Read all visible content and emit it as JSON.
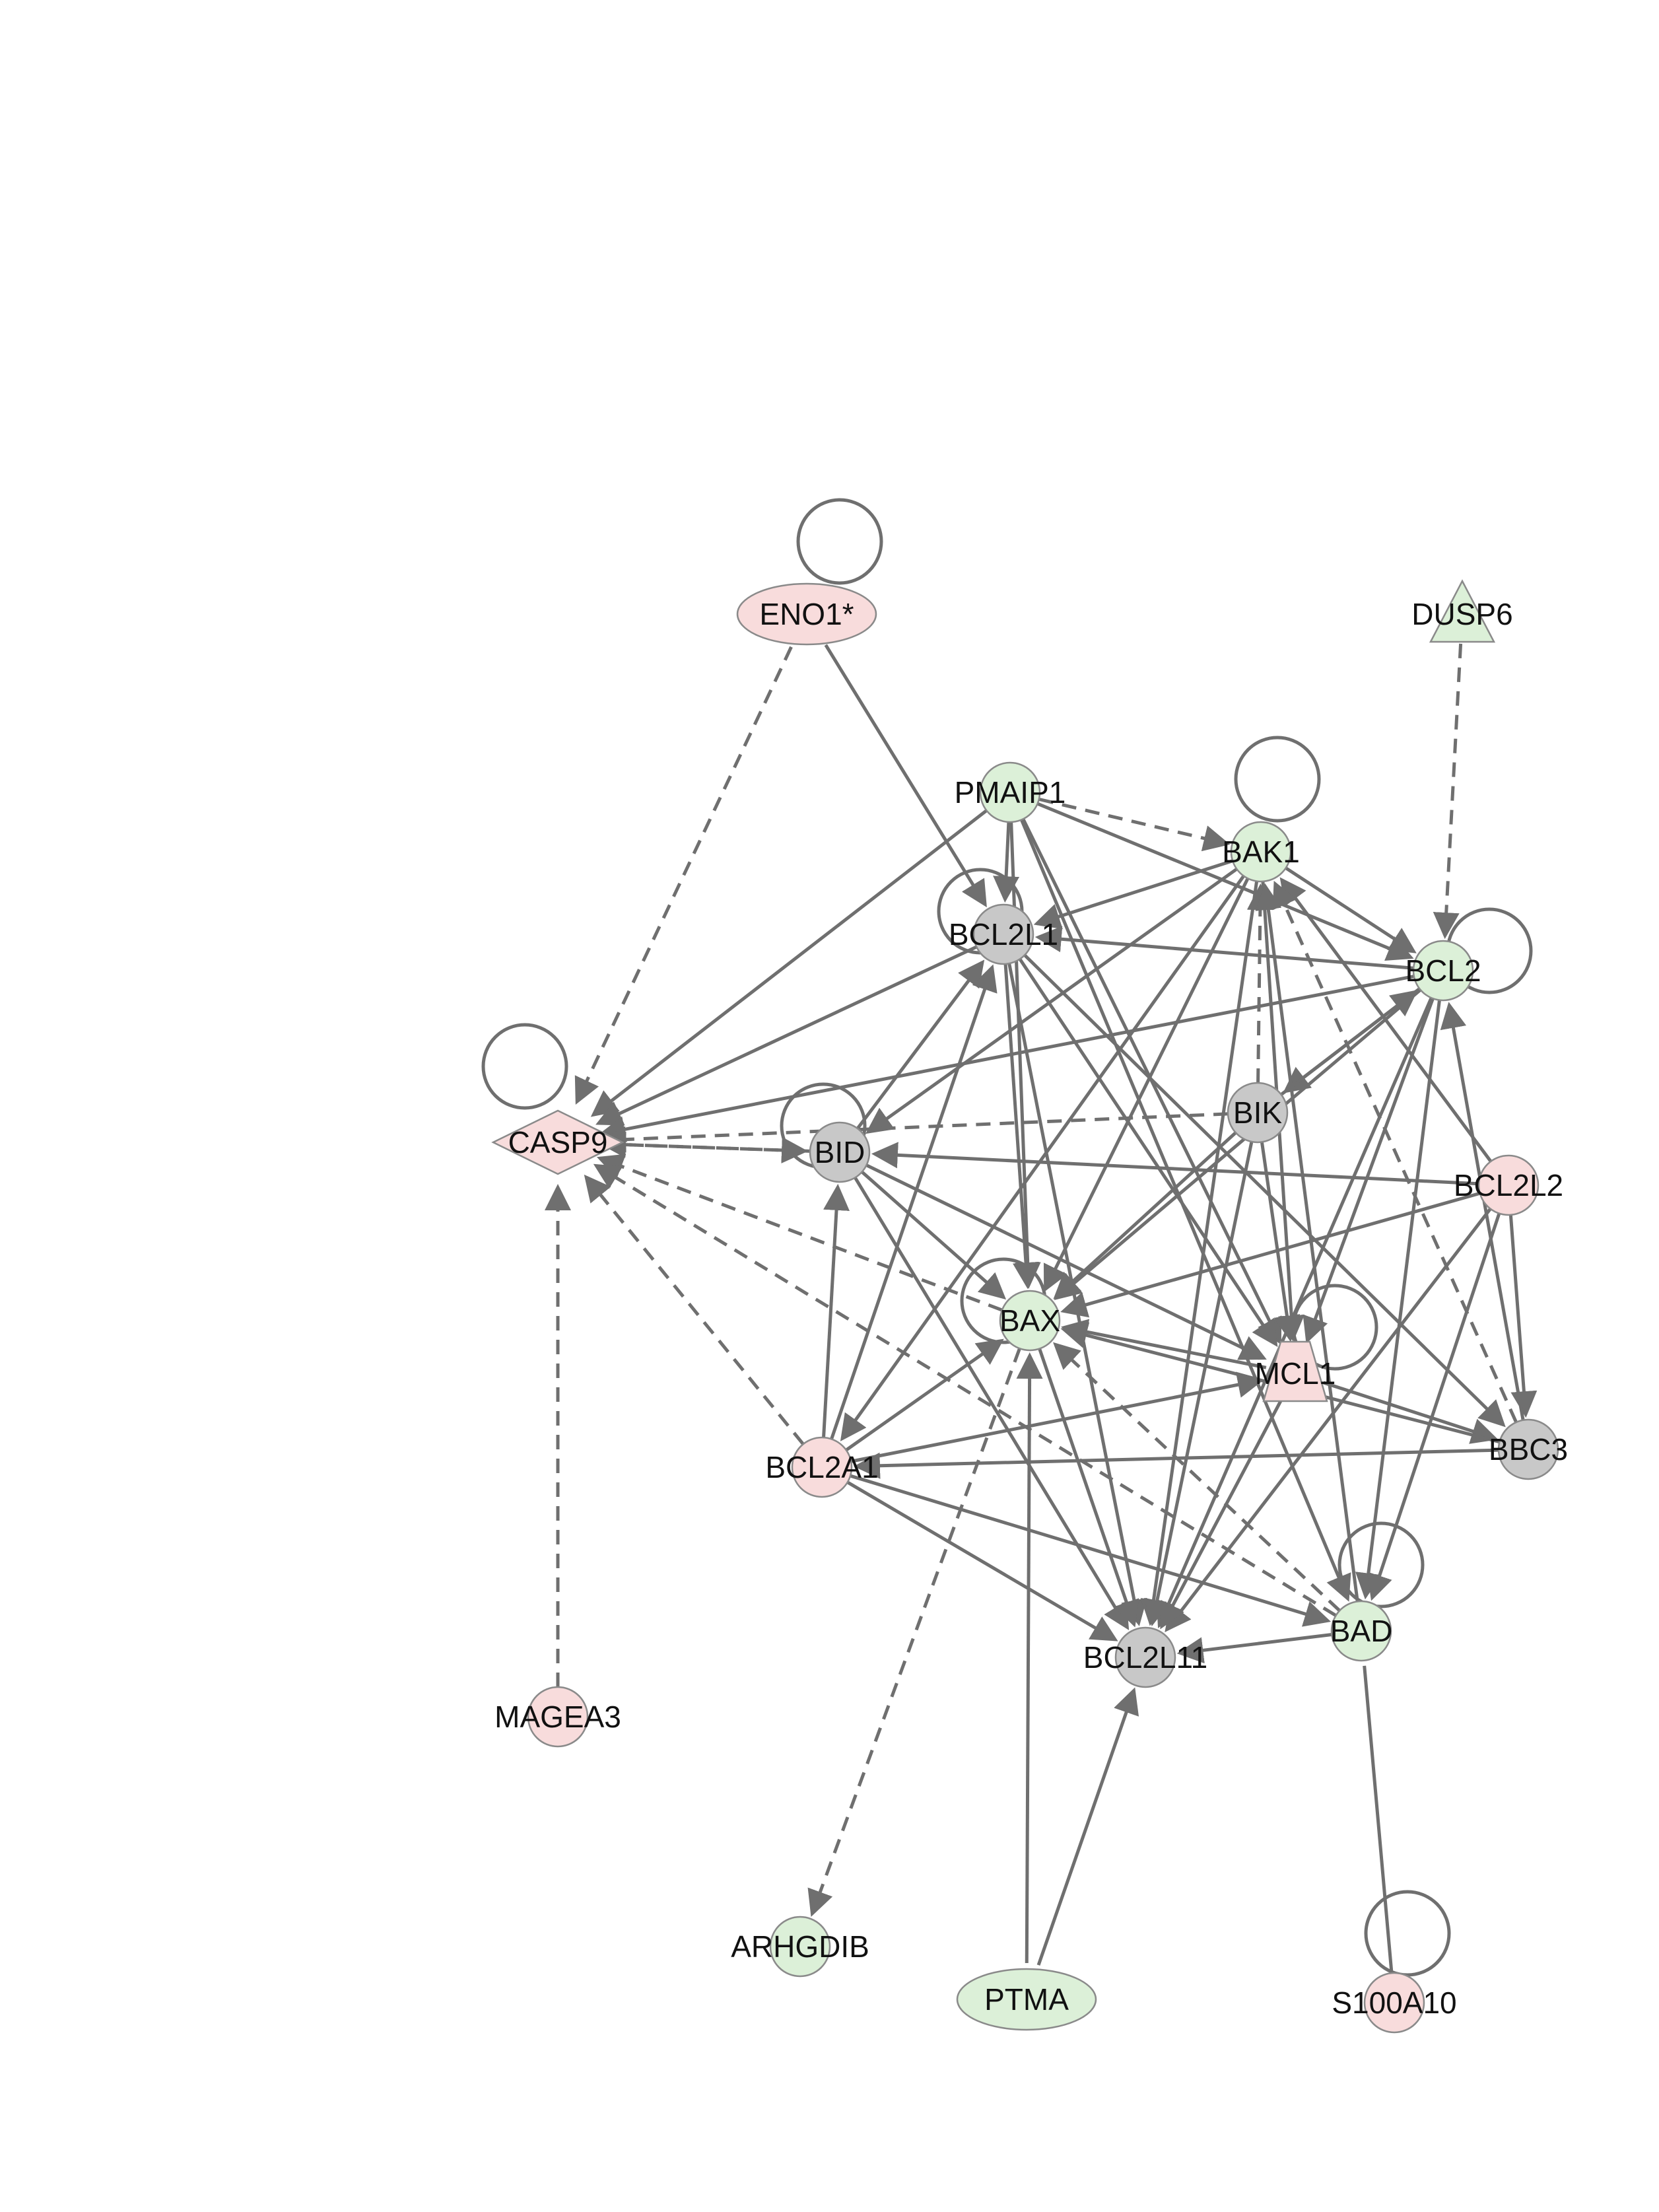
{
  "colors": {
    "up": "#f8dcdc",
    "down": "#dcf0d8",
    "neutral": "#c8c8c8",
    "edge": "#6f6f6f"
  },
  "nodes": [
    {
      "id": "ENO1",
      "label": "ENO1*",
      "shape": "ellipse",
      "color": "up"
    },
    {
      "id": "DUSP6",
      "label": "DUSP6",
      "shape": "triangle",
      "color": "down"
    },
    {
      "id": "PMAIP1",
      "label": "PMAIP1",
      "shape": "circle",
      "color": "down"
    },
    {
      "id": "BAK1",
      "label": "BAK1",
      "shape": "circle",
      "color": "down"
    },
    {
      "id": "BCL2L1",
      "label": "BCL2L1",
      "shape": "circle",
      "color": "neutral"
    },
    {
      "id": "BCL2",
      "label": "BCL2",
      "shape": "circle",
      "color": "down"
    },
    {
      "id": "CASP9",
      "label": "CASP9",
      "shape": "diamond",
      "color": "up"
    },
    {
      "id": "BID",
      "label": "BID",
      "shape": "circle",
      "color": "neutral"
    },
    {
      "id": "BIK",
      "label": "BIK",
      "shape": "circle",
      "color": "neutral"
    },
    {
      "id": "BCL2L2",
      "label": "BCL2L2",
      "shape": "circle",
      "color": "up"
    },
    {
      "id": "BAX",
      "label": "BAX",
      "shape": "circle",
      "color": "down"
    },
    {
      "id": "MCL1",
      "label": "MCL1",
      "shape": "trapezoid",
      "color": "up"
    },
    {
      "id": "BCL2A1",
      "label": "BCL2A1",
      "shape": "circle",
      "color": "up"
    },
    {
      "id": "BBC3",
      "label": "BBC3",
      "shape": "circle",
      "color": "neutral"
    },
    {
      "id": "BAD",
      "label": "BAD",
      "shape": "circle",
      "color": "down"
    },
    {
      "id": "BCL2L11",
      "label": "BCL2L11",
      "shape": "circle",
      "color": "neutral"
    },
    {
      "id": "MAGEA3",
      "label": "MAGEA3",
      "shape": "circle",
      "color": "up"
    },
    {
      "id": "ARHGDIB",
      "label": "ARHGDIB",
      "shape": "circle",
      "color": "down"
    },
    {
      "id": "PTMA",
      "label": "PTMA",
      "shape": "ellipse",
      "color": "down"
    },
    {
      "id": "S100A10",
      "label": "S100A10",
      "shape": "circle",
      "color": "up"
    }
  ],
  "self_loops": [
    "ENO1",
    "BAK1",
    "BCL2",
    "CASP9",
    "BID",
    "BCL2L1",
    "BAX",
    "MCL1",
    "BAD",
    "S100A10"
  ],
  "edges": [
    {
      "from": "ENO1",
      "to": "CASP9",
      "style": "dashed",
      "end": "arrow"
    },
    {
      "from": "ENO1",
      "to": "BCL2L1",
      "style": "solid",
      "end": "arrow"
    },
    {
      "from": "DUSP6",
      "to": "BCL2",
      "style": "dashed",
      "end": "arrow"
    },
    {
      "from": "MAGEA3",
      "to": "CASP9",
      "style": "dashed",
      "end": "arrow"
    },
    {
      "from": "PMAIP1",
      "to": "BAK1",
      "style": "dashed",
      "end": "arrow"
    },
    {
      "from": "PMAIP1",
      "to": "CASP9",
      "style": "solid",
      "end": "arrow"
    },
    {
      "from": "PMAIP1",
      "to": "BCL2L1",
      "style": "solid",
      "end": "arrow"
    },
    {
      "from": "PMAIP1",
      "to": "BAX",
      "style": "solid",
      "end": "arrow"
    },
    {
      "from": "PMAIP1",
      "to": "MCL1",
      "style": "solid",
      "end": "arrow"
    },
    {
      "from": "PMAIP1",
      "to": "BCL2",
      "style": "solid",
      "end": "arrow"
    },
    {
      "from": "PMAIP1",
      "to": "BAD",
      "style": "solid",
      "end": "arrow"
    },
    {
      "from": "BCL2L1",
      "to": "CASP9",
      "style": "solid",
      "end": "arrow"
    },
    {
      "from": "BCL2L1",
      "to": "BAX",
      "style": "solid",
      "end": "arrow"
    },
    {
      "from": "BCL2L1",
      "to": "BCL2L11",
      "style": "solid",
      "end": "arrow"
    },
    {
      "from": "BCL2L1",
      "to": "MCL1",
      "style": "solid",
      "end": "arrow"
    },
    {
      "from": "BCL2L1",
      "to": "BBC3",
      "style": "solid",
      "end": "arrow"
    },
    {
      "from": "BAK1",
      "to": "BCL2L1",
      "style": "solid",
      "end": "arrow"
    },
    {
      "from": "BAK1",
      "to": "BID",
      "style": "solid",
      "end": "arrow"
    },
    {
      "from": "BAK1",
      "to": "BAX",
      "style": "solid",
      "end": "arrow"
    },
    {
      "from": "BAK1",
      "to": "BCL2L11",
      "style": "solid",
      "end": "arrow"
    },
    {
      "from": "BAK1",
      "to": "MCL1",
      "style": "solid",
      "end": "arrow"
    },
    {
      "from": "BAK1",
      "to": "BCL2",
      "style": "solid",
      "end": "arrow"
    },
    {
      "from": "BAK1",
      "to": "BCL2A1",
      "style": "solid",
      "end": "arrow"
    },
    {
      "from": "BCL2",
      "to": "CASP9",
      "style": "solid",
      "end": "arrow"
    },
    {
      "from": "BCL2",
      "to": "BCL2L1",
      "style": "solid",
      "end": "arrow"
    },
    {
      "from": "BCL2",
      "to": "BAX",
      "style": "solid",
      "end": "arrow"
    },
    {
      "from": "BCL2",
      "to": "BIK",
      "style": "solid",
      "end": "arrow"
    },
    {
      "from": "BCL2",
      "to": "BCL2L11",
      "style": "solid",
      "end": "arrow"
    },
    {
      "from": "BCL2",
      "to": "MCL1",
      "style": "solid",
      "end": "arrow"
    },
    {
      "from": "BCL2",
      "to": "BAD",
      "style": "solid",
      "end": "arrow"
    },
    {
      "from": "BCL2L2",
      "to": "BAK1",
      "style": "solid",
      "end": "arrow"
    },
    {
      "from": "BCL2L2",
      "to": "BID",
      "style": "solid",
      "end": "arrow"
    },
    {
      "from": "BCL2L2",
      "to": "BAX",
      "style": "solid",
      "end": "arrow"
    },
    {
      "from": "BCL2L2",
      "to": "BCL2L11",
      "style": "solid",
      "end": "arrow"
    },
    {
      "from": "BCL2L2",
      "to": "BBC3",
      "style": "solid",
      "end": "arrow"
    },
    {
      "from": "BCL2L2",
      "to": "BAD",
      "style": "solid",
      "end": "arrow"
    },
    {
      "from": "BIK",
      "to": "CASP9",
      "style": "dashed",
      "end": "arrow"
    },
    {
      "from": "BIK",
      "to": "BAK1",
      "style": "dashed",
      "end": "arrow"
    },
    {
      "from": "BIK",
      "to": "BAX",
      "style": "solid",
      "end": "arrow"
    },
    {
      "from": "BIK",
      "to": "BCL2",
      "style": "solid",
      "end": "arrow"
    },
    {
      "from": "BIK",
      "to": "BCL2L11",
      "style": "solid",
      "end": "arrow"
    },
    {
      "from": "BIK",
      "to": "MCL1",
      "style": "solid",
      "end": "arrow"
    },
    {
      "from": "BID",
      "to": "CASP9",
      "style": "dashed",
      "end": "arrow"
    },
    {
      "from": "BID",
      "to": "BCL2L1",
      "style": "solid",
      "end": "arrow"
    },
    {
      "from": "BID",
      "to": "BAX",
      "style": "solid",
      "end": "arrow"
    },
    {
      "from": "BID",
      "to": "MCL1",
      "style": "solid",
      "end": "arrow"
    },
    {
      "from": "BID",
      "to": "BCL2L11",
      "style": "solid",
      "end": "arrow"
    },
    {
      "from": "CASP9",
      "to": "BID",
      "style": "dashed",
      "end": "arrow"
    },
    {
      "from": "BAX",
      "to": "CASP9",
      "style": "dashed",
      "end": "arrow"
    },
    {
      "from": "BAX",
      "to": "ARHGDIB",
      "style": "dashed",
      "end": "arrow"
    },
    {
      "from": "BAX",
      "to": "BCL2L11",
      "style": "solid",
      "end": "arrow"
    },
    {
      "from": "MCL1",
      "to": "BAX",
      "style": "solid",
      "end": "arrow"
    },
    {
      "from": "MCL1",
      "to": "BBC3",
      "style": "solid",
      "end": "arrow"
    },
    {
      "from": "MCL1",
      "to": "BCL2L11",
      "style": "solid",
      "end": "arrow"
    },
    {
      "from": "BCL2A1",
      "to": "CASP9",
      "style": "dashed",
      "end": "arrow"
    },
    {
      "from": "BCL2A1",
      "to": "BID",
      "style": "solid",
      "end": "arrow"
    },
    {
      "from": "BCL2A1",
      "to": "BAX",
      "style": "solid",
      "end": "arrow"
    },
    {
      "from": "BCL2A1",
      "to": "BCL2L1",
      "style": "solid",
      "end": "arrow"
    },
    {
      "from": "BCL2A1",
      "to": "MCL1",
      "style": "solid",
      "end": "arrow"
    },
    {
      "from": "BCL2A1",
      "to": "BAD",
      "style": "solid",
      "end": "arrow"
    },
    {
      "from": "BCL2A1",
      "to": "BCL2L11",
      "style": "solid",
      "end": "arrow"
    },
    {
      "from": "BBC3",
      "to": "BCL2A1",
      "style": "solid",
      "end": "arrow"
    },
    {
      "from": "BBC3",
      "to": "BAX",
      "style": "solid",
      "end": "arrow"
    },
    {
      "from": "BBC3",
      "to": "BCL2",
      "style": "solid",
      "end": "arrow"
    },
    {
      "from": "BBC3",
      "to": "BAK1",
      "style": "dashed",
      "end": "arrow"
    },
    {
      "from": "BAD",
      "to": "BCL2L11",
      "style": "solid",
      "end": "arrow"
    },
    {
      "from": "BAD",
      "to": "BAX",
      "style": "dashed",
      "end": "arrow"
    },
    {
      "from": "BAD",
      "to": "BAK1",
      "style": "solid",
      "end": "arrow"
    },
    {
      "from": "BAD",
      "to": "CASP9",
      "style": "dashed",
      "end": "arrow"
    },
    {
      "from": "PTMA",
      "to": "BAX",
      "style": "solid",
      "end": "arrow"
    },
    {
      "from": "PTMA",
      "to": "BCL2L11",
      "style": "solid",
      "end": "arrow"
    },
    {
      "from": "S100A10",
      "to": "BAD",
      "style": "solid",
      "end": "none"
    }
  ]
}
